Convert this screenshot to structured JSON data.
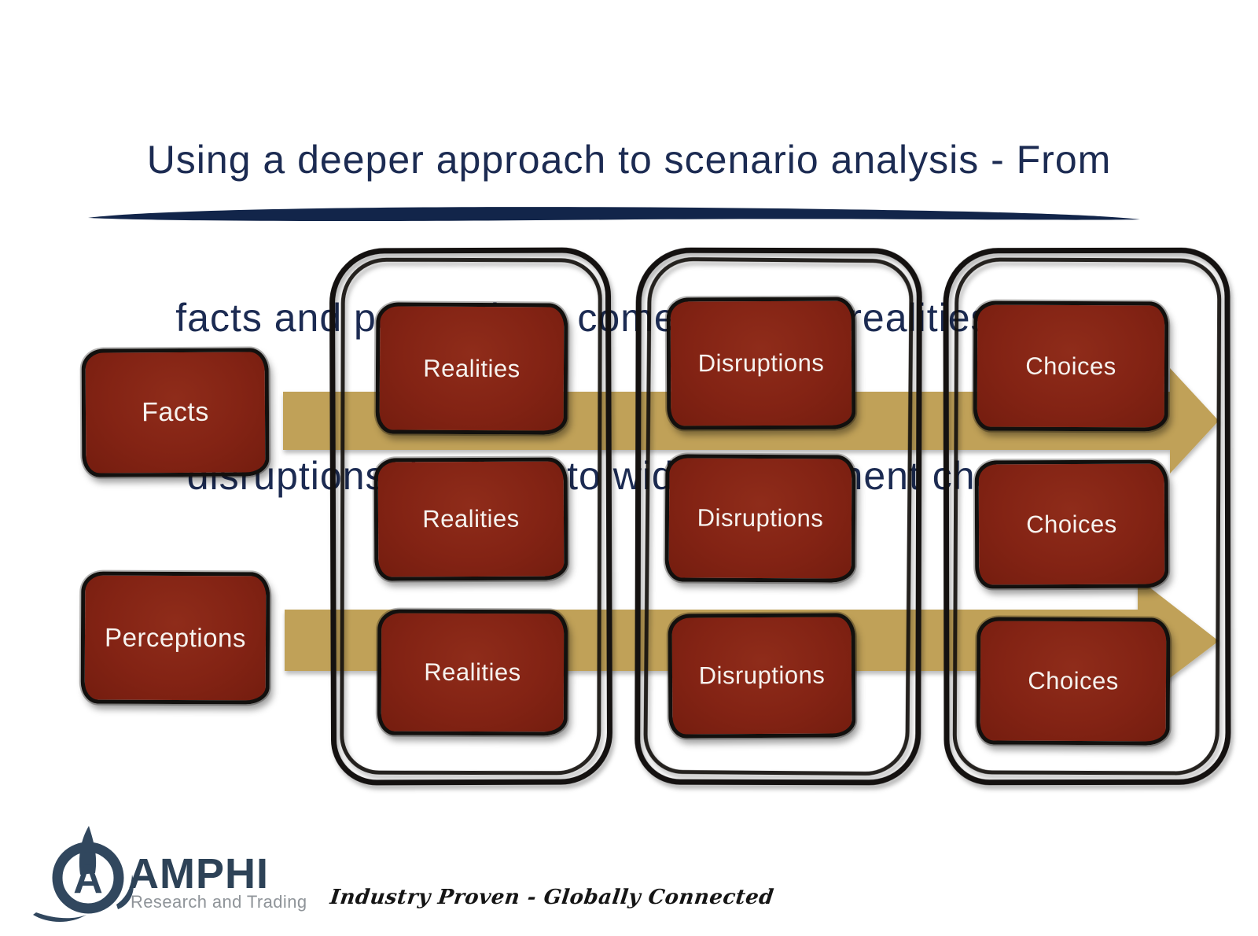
{
  "title": {
    "line1": "Using a deeper approach to scenario analysis - From",
    "line2": "facts and perceptions come different realities  and",
    "line3": "disruptions that lead to wider investment choices",
    "color": "#1c2b52"
  },
  "diagram": {
    "inputs": [
      {
        "label": "Facts"
      },
      {
        "label": "Perceptions"
      }
    ],
    "columns": [
      {
        "id": "realities",
        "boxes": [
          "Realities",
          "Realities",
          "Realities"
        ]
      },
      {
        "id": "disruptions",
        "boxes": [
          "Disruptions",
          "Disruptions",
          "Disruptions"
        ]
      },
      {
        "id": "choices",
        "boxes": [
          "Choices",
          "Choices",
          "Choices"
        ]
      }
    ],
    "colors": {
      "node_fill": "#7e2113",
      "node_border": "#12100e",
      "arrow": "#c0a159",
      "outline": "#141110"
    }
  },
  "footer": {
    "brand": "AMPHI",
    "brand_sub": "Research and Trading",
    "tagline": "Industry Proven - Globally Connected",
    "brand_color": "#2d4257"
  }
}
